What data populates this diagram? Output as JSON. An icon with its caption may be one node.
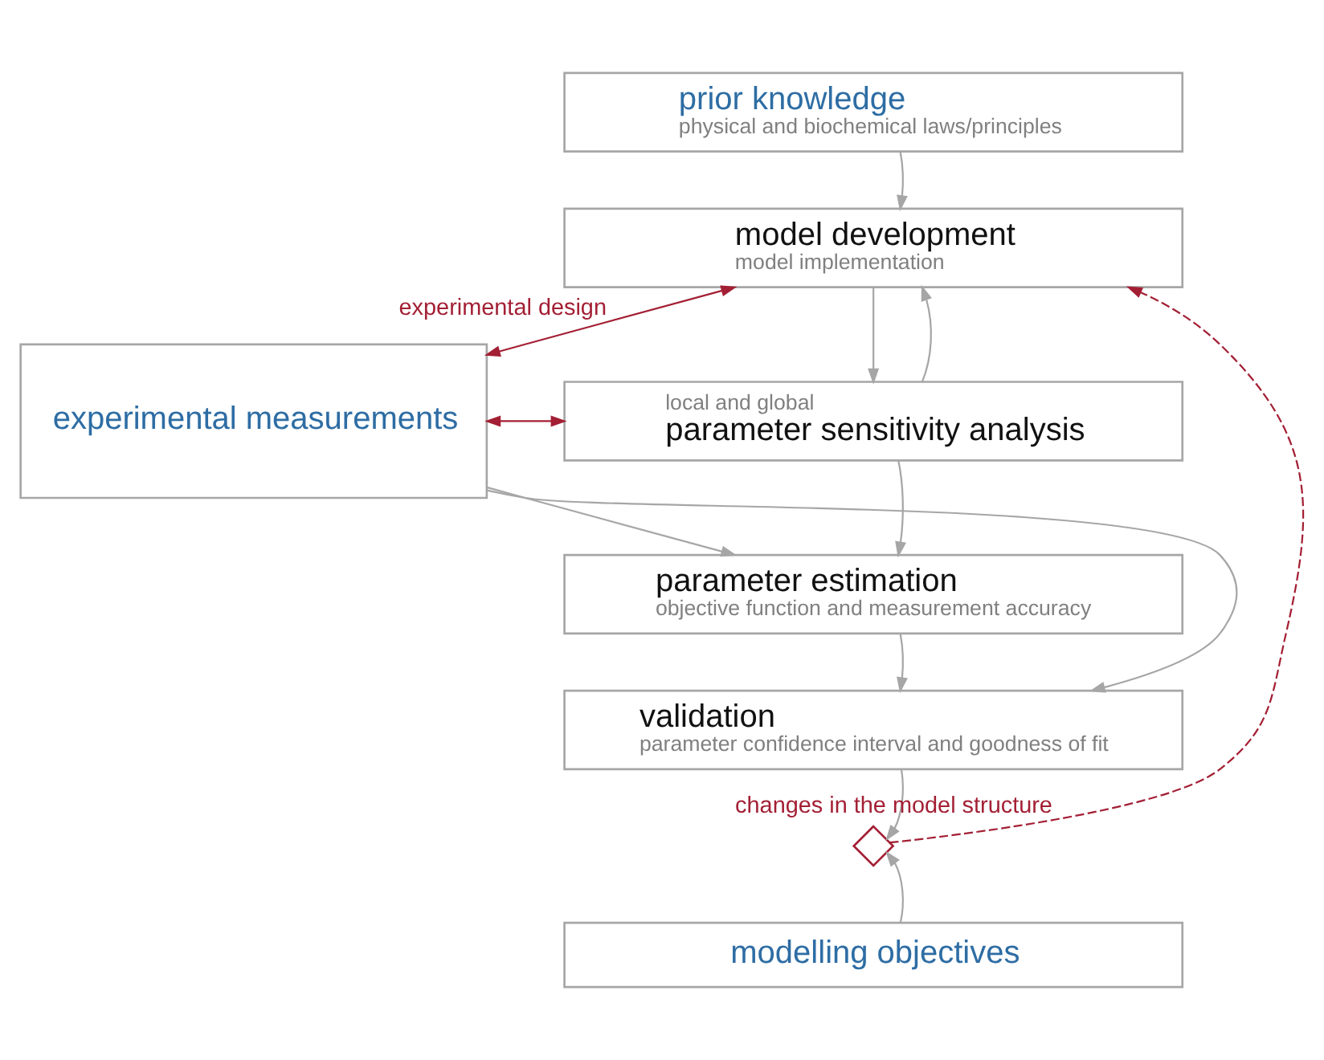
{
  "diagram": {
    "nodes": [
      {
        "text": [
          "prior knowledge",
          "physical and biochemical laws/principles"
        ]
      },
      {
        "text": [
          "experimental measurements"
        ]
      },
      {
        "text": [
          "model development",
          "model implementation"
        ]
      },
      {
        "text": [
          "local and global",
          "parameter sensitivity analysis"
        ]
      },
      {
        "text": [
          "parameter estimation",
          "objective function and measurement accuracy"
        ]
      },
      {
        "text": [
          "validation",
          "parameter confidence interval and goodness of fit"
        ]
      },
      {
        "text": [],
        "shape": "diamond"
      },
      {
        "text": [
          "modelling objectives"
        ]
      }
    ],
    "edges": [
      {
        "from": 0,
        "to": 2,
        "arrow": "to"
      },
      {
        "from": 1,
        "to": 2,
        "arrow": "both",
        "color": "#a31f34",
        "label": "experimental design"
      },
      {
        "from": 1,
        "to": 3,
        "arrow": "both",
        "color": "#a31f34"
      },
      {
        "from": 2,
        "to": 3,
        "arrow": "to"
      },
      {
        "from": 3,
        "to": 2,
        "arrow": "to"
      },
      {
        "from": 1,
        "to": 4,
        "arrow": "to"
      },
      {
        "from": 3,
        "to": 4,
        "arrow": "to"
      },
      {
        "from": 1,
        "to": 5,
        "arrow": "to"
      },
      {
        "from": 4,
        "to": 5,
        "arrow": "to"
      },
      {
        "from": 5,
        "to": 6,
        "arrow": "to"
      },
      {
        "from": 7,
        "to": 6,
        "arrow": "to"
      },
      {
        "from": 6,
        "to": 2,
        "arrow": "to",
        "style": "dashed",
        "color": "#a31f34",
        "label": "changes in the model structure"
      }
    ]
  }
}
